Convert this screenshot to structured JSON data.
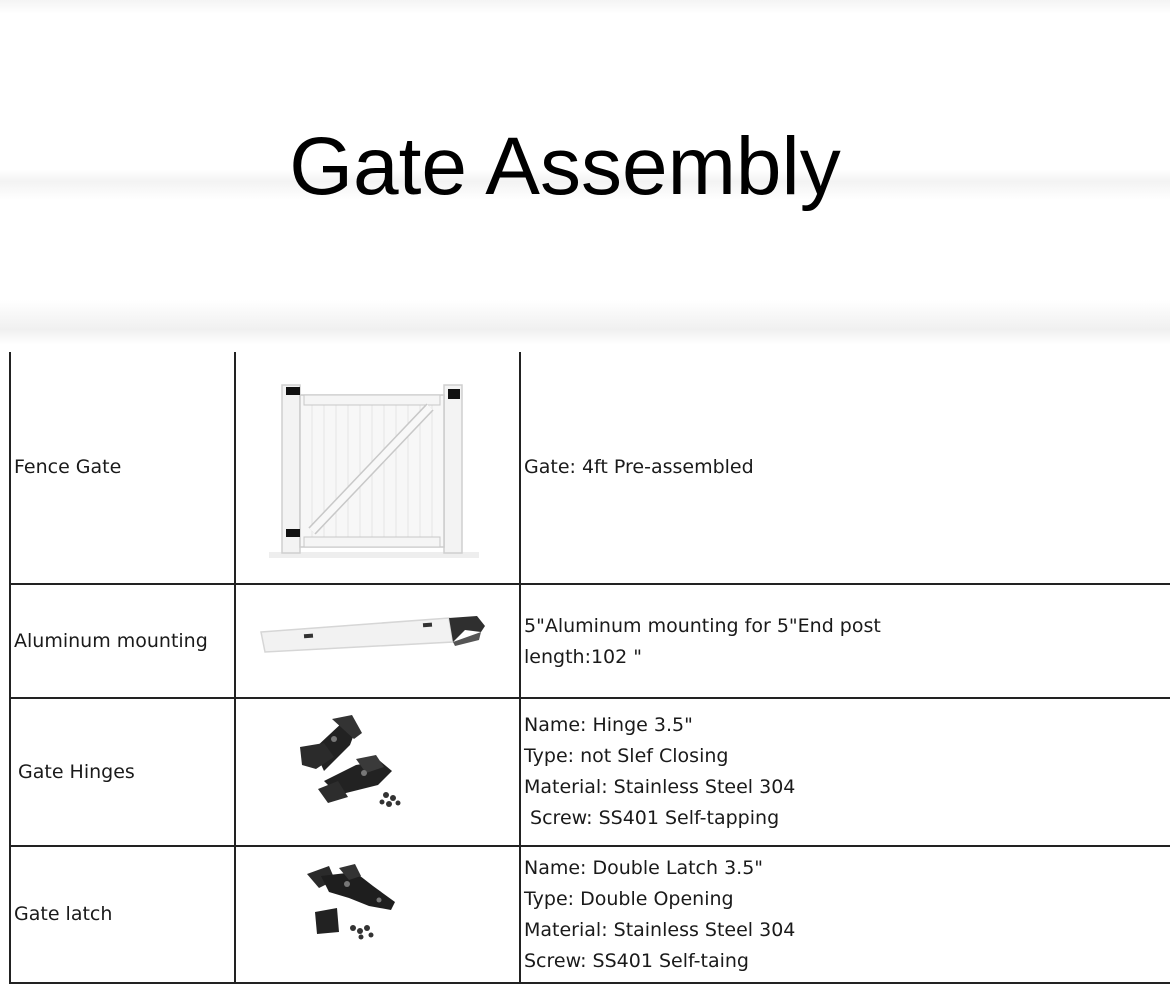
{
  "title": "Gate Assembly",
  "rows": [
    {
      "name": "Fence Gate",
      "image_icon": "fence-gate-image",
      "details": [
        "Gate: 4ft Pre-assembled"
      ]
    },
    {
      "name": "Aluminum mounting",
      "image_icon": "aluminum-mounting-image",
      "details": [
        "5\"Aluminum mounting for 5\"End post",
        "length:102 \""
      ]
    },
    {
      "name": "Gate Hinges",
      "image_icon": "gate-hinges-image",
      "details": [
        "Name: Hinge 3.5\"",
        "Type: not Slef Closing",
        "Material: Stainless Steel 304",
        " Screw: SS401 Self-tapping"
      ]
    },
    {
      "name": "Gate latch",
      "image_icon": "gate-latch-image",
      "details": [
        "Name: Double Latch 3.5\"",
        "Type: Double Opening",
        "Material: Stainless Steel 304",
        "Screw: SS401 Self-taing"
      ]
    }
  ]
}
